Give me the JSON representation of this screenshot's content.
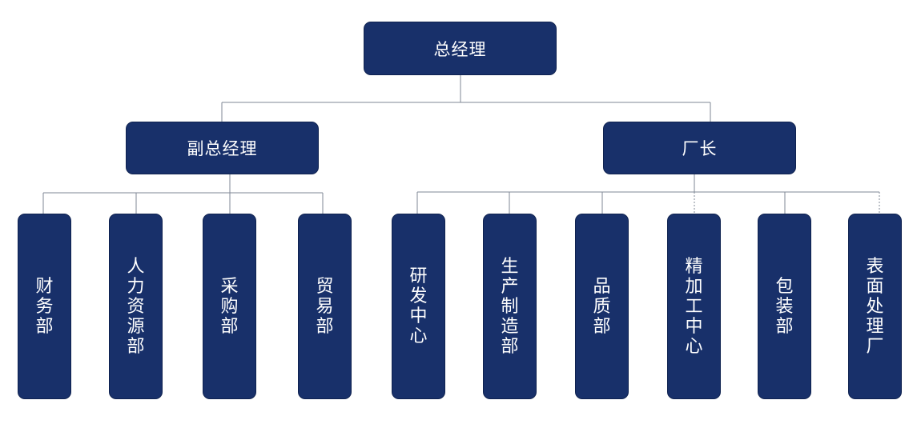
{
  "org_chart": {
    "top": {
      "label": "总经理"
    },
    "level2": [
      {
        "id": "vgm",
        "label": "副总经理"
      },
      {
        "id": "fd",
        "label": "厂长"
      }
    ],
    "departments": [
      {
        "label": "财务部",
        "reports_to": "副总经理"
      },
      {
        "label": "人力资源部",
        "reports_to": "副总经理"
      },
      {
        "label": "采购部",
        "reports_to": "副总经理"
      },
      {
        "label": "贸易部",
        "reports_to": "副总经理"
      },
      {
        "label": "研发中心",
        "reports_to": "厂长"
      },
      {
        "label": "生产制造部",
        "reports_to": "厂长"
      },
      {
        "label": "品质部",
        "reports_to": "厂长"
      },
      {
        "label": "精加工中心",
        "reports_to": "厂长"
      },
      {
        "label": "包装部",
        "reports_to": "厂长"
      },
      {
        "label": "表面处理厂",
        "reports_to": "厂长"
      }
    ]
  },
  "colors": {
    "node_fill": "#18306a",
    "node_text": "#ffffff",
    "connector": "#7f8795"
  }
}
